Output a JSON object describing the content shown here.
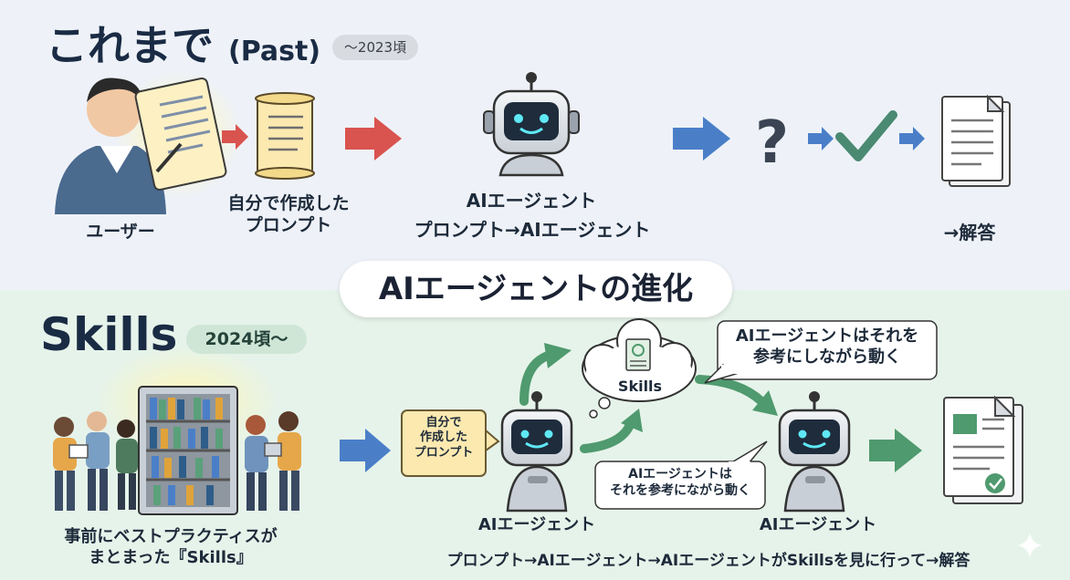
{
  "past": {
    "title": "これまで",
    "title_suffix": "(Past)",
    "era": "〜2023頃",
    "labels": {
      "user": "ユーザー",
      "prompt": "自分で作成した\nプロンプト",
      "agent": "AIエージェント",
      "flow": "プロンプト→AIエージェント",
      "answer": "→解答"
    }
  },
  "center_title": "AIエージェントの進化",
  "skills": {
    "title": "Skills",
    "era": "2024頃〜",
    "labels": {
      "people": "事前にベストプラクティスが\nまとまった『Skills』",
      "prompt_box": "自分で\n作成した\nプロンプト",
      "cloud": "Skills",
      "bubble_top": "AIエージェントはそれを\n参考にしながら動く",
      "bubble_mid": "AIエージェントは\nそれを参考にながら動く",
      "agent_left": "AIエージェント",
      "agent_right": "AIエージェント",
      "flow": "プロンプト→AIエージェント→AIエージェントがSkillsを見に行って→解答"
    }
  },
  "colors": {
    "past_bg": "#eef2f8",
    "skills_bg": "#e6f3ea",
    "red_arrow": "#d9534f",
    "blue_arrow": "#4a7fc8",
    "green_arrow": "#4f9a6e",
    "check": "#4a8a72"
  }
}
